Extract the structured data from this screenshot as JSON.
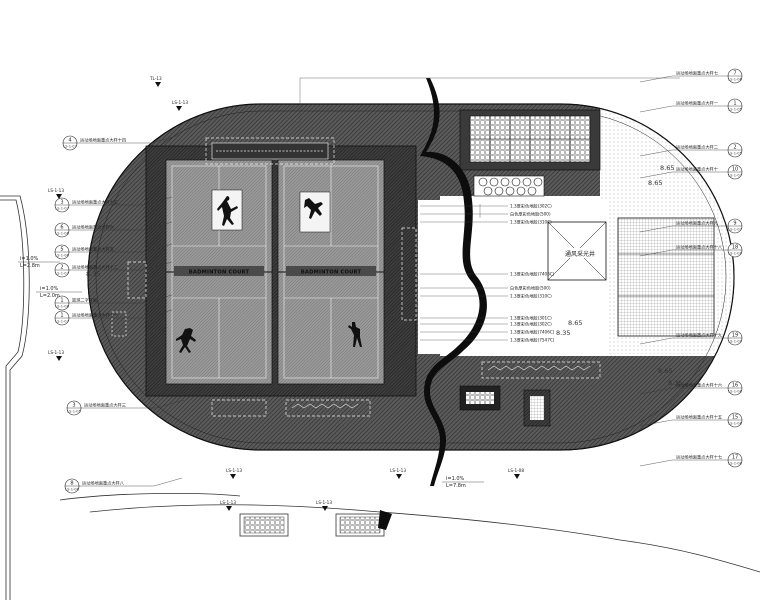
{
  "drawing": {
    "courts": {
      "left_label": "BADMINTON COURT",
      "right_label": "BADMINTON COURT"
    },
    "pavilion_label": "通风采光井",
    "elevations": {
      "e1": "8.35",
      "e2": "8.65",
      "e3": "8.65",
      "e4": "8.65",
      "e5": "8.35",
      "e6": "8.65",
      "e7": "8.35"
    },
    "slope_notes": {
      "left_a": {
        "line1": "i=1.0%",
        "line2": "L=2.8m"
      },
      "left_b": {
        "line1": "i=1.0%",
        "line2": "L=2.0m"
      },
      "bottom": {
        "line1": "i=1.0%",
        "line2": "L=7.8m"
      }
    },
    "left_callouts": [
      {
        "label": "运动场地面重点大样十四",
        "num": "4",
        "ref": "LS-1-07"
      },
      {
        "label": "运动场地面重点大样十三",
        "num": "3",
        "ref": "LS-1-07"
      },
      {
        "label": "运动场地面重点大样六",
        "num": "6",
        "ref": "LS-1-06"
      },
      {
        "label": "运动场地面重点大样五",
        "num": "5",
        "ref": "LS-1-06"
      },
      {
        "label": "运动场地面重点大样十二",
        "num": "2",
        "ref": "LS-1-07"
      },
      {
        "label": "篮球二字样板",
        "num": "1",
        "ref": "LS-1-06"
      },
      {
        "label": "运动场地面重点大样十一",
        "num": "1",
        "ref": "LS-1-07"
      },
      {
        "label": "运动场地面重点大样三",
        "num": "3",
        "ref": "LS-1-05"
      },
      {
        "label": "运动场地面重点大样八",
        "num": "8",
        "ref": "LS-1-06"
      }
    ],
    "right_callouts": [
      {
        "label": "运动场地面重点大样七",
        "num": "7",
        "ref": "LS-1-06"
      },
      {
        "label": "运动场地面重点大样一",
        "num": "1",
        "ref": "LS-1-05"
      },
      {
        "label": "运动场地面重点大样二",
        "num": "2",
        "ref": "LS-1-05"
      },
      {
        "label": "运动场地面重点大样十",
        "num": "10",
        "ref": "LS-1-07"
      },
      {
        "label": "运动场地面重点大样九",
        "num": "9",
        "ref": "LS-1-07"
      },
      {
        "label": "运动场地面重点大样十八",
        "num": "18",
        "ref": "LS-1-09"
      },
      {
        "label": "运动场地面重点大样十九",
        "num": "19",
        "ref": "LS-1-09"
      },
      {
        "label": "运动场地面重点大样十六",
        "num": "16",
        "ref": "LS-1-08"
      },
      {
        "label": "运动场地面重点大样十五",
        "num": "15",
        "ref": "LS-1-08"
      },
      {
        "label": "运动场地面重点大样十七",
        "num": "17",
        "ref": "LS-1-08"
      }
    ],
    "material_notes": [
      "1.3厚彩色地胶(302C)",
      "白色厚彩色地胶(500)",
      "1.3厚彩色地胶(310C)",
      "1.3厚彩色地胶(7406C)",
      "白色厚彩色地胶(500)",
      "1.3厚彩色地胶(310C)",
      "1.3厚彩色地胶(301C)",
      "1.3厚彩色地胶(302C)",
      "1.3厚彩色地胶(7406C)",
      "1.3厚彩色地胶(7547C)"
    ],
    "section_marks": {
      "top_left": "TL-13",
      "top_left2": "LS-1-13",
      "left_a": "LS-1-13",
      "left_b": "LS-1-13",
      "bottom_a": "LS-1-13",
      "bottom_b": "LS-1-13",
      "bottom_c": "LS-1-08",
      "bottom_left": "LS-1-13",
      "bottom_mid": "LS-1-13"
    }
  }
}
